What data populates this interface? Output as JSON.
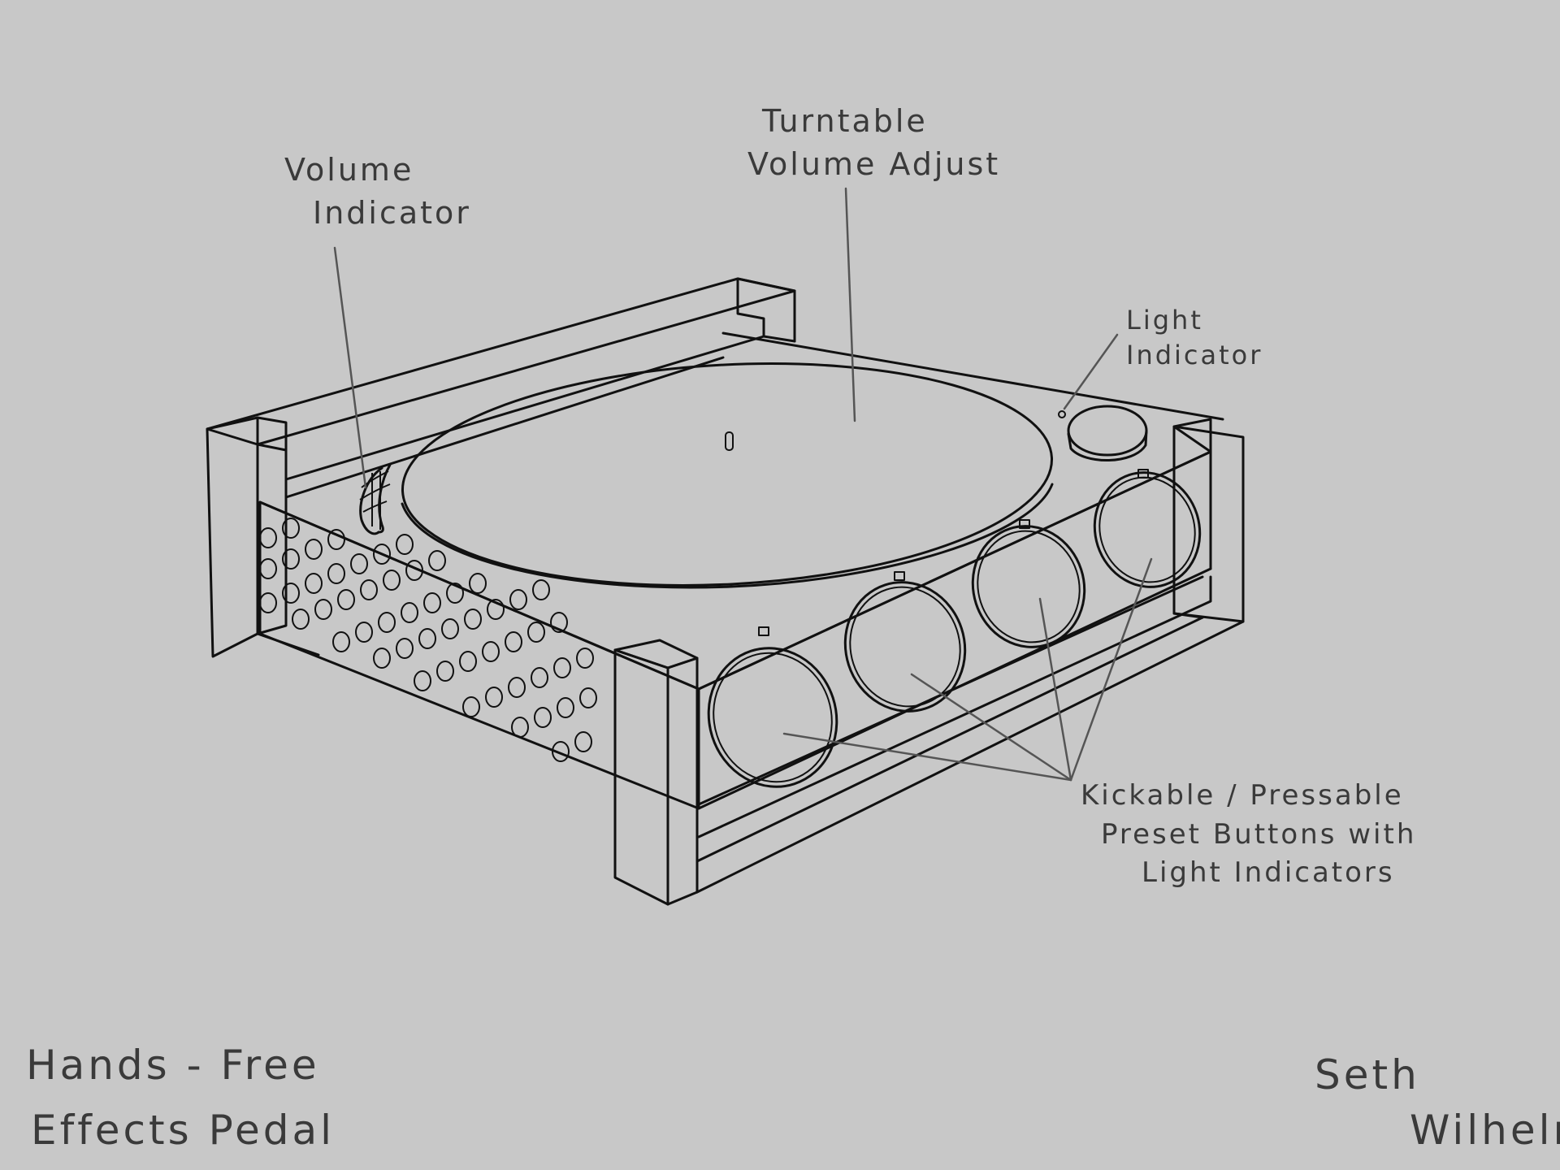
{
  "labels": {
    "volume_indicator": [
      "Volume",
      "Indicator"
    ],
    "turntable_volume_adjust": [
      "Turntable",
      "Volume Adjust"
    ],
    "light_indicator": [
      "Light",
      "Indicator"
    ],
    "preset_buttons": [
      "Kickable / Pressable",
      "Preset Buttons with",
      "Light Indicators"
    ]
  },
  "title": [
    "Hands - Free",
    "Effects  Pedal"
  ],
  "signature": [
    "Seth",
    "Wilhelm"
  ],
  "colors": {
    "background": "#c8c8c8",
    "ink": "#111111",
    "annotation": "#3a3a3a"
  }
}
